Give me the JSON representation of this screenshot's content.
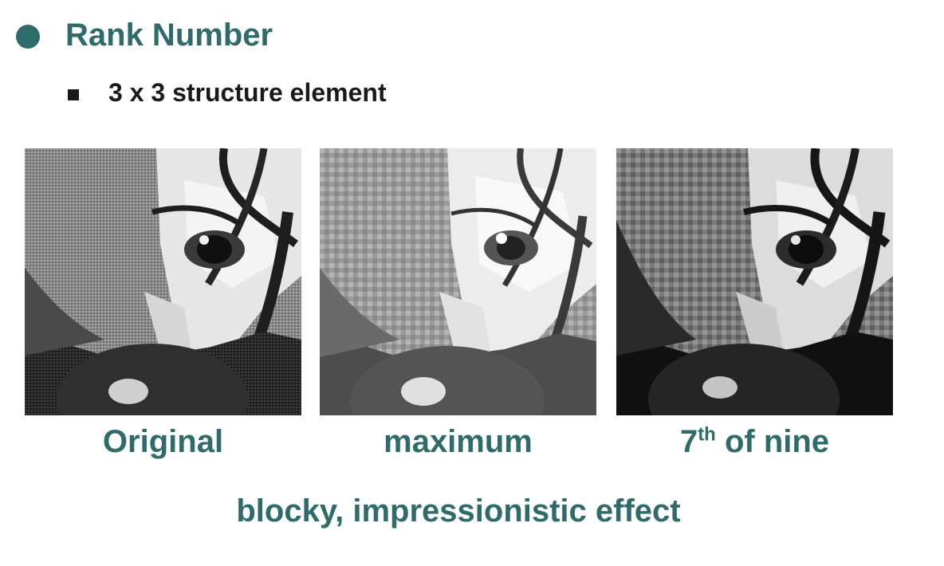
{
  "slide": {
    "title": "Rank Number",
    "subtitle": "3 x 3 structure element",
    "footer": "blocky, impressionistic effect"
  },
  "panels": [
    {
      "caption": "Original"
    },
    {
      "caption": "maximum"
    },
    {
      "caption_base": "7",
      "caption_sup": "th",
      "caption_rest": " of nine"
    }
  ],
  "colors": {
    "accent": "#2e6b6a",
    "text": "#1a1a1a"
  }
}
